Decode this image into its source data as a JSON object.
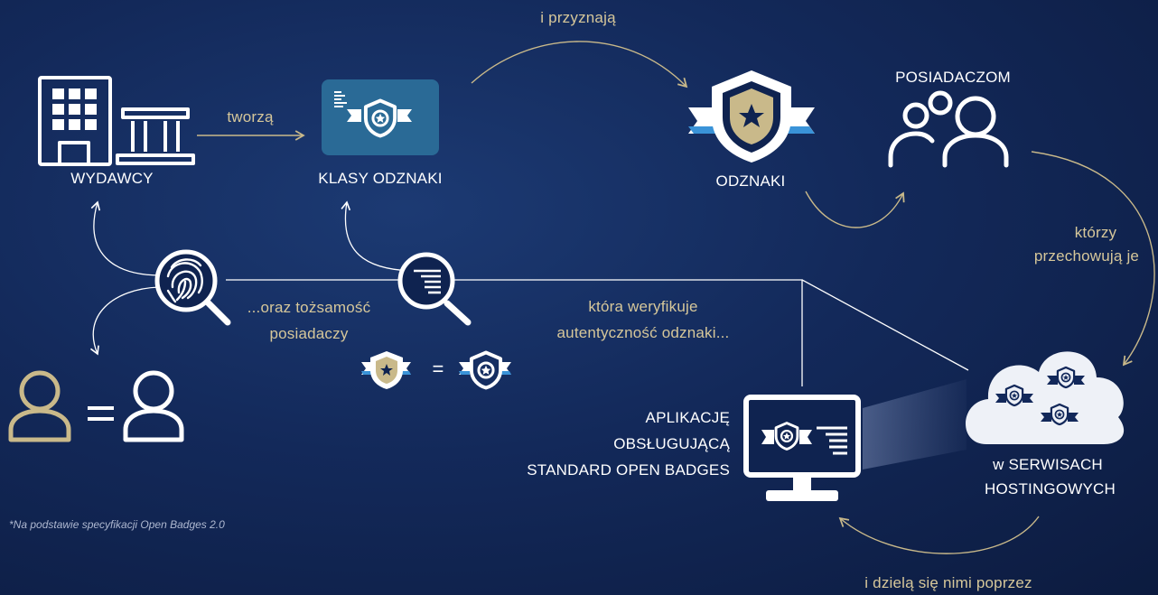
{
  "labels": {
    "issuers": "WYDAWCY",
    "create": "tworzą",
    "badge_classes": "KLASY ODZNAKI",
    "and_award": "i przyznają",
    "badges": "ODZNAKI",
    "earners": "POSIADACZOM",
    "who_store_1": "którzy",
    "who_store_2": "przechowują je",
    "hosts_1": "w SERWISACH",
    "hosts_2": "HOSTINGOWYCH",
    "share": "i dzielą się nimi poprzez",
    "app_1": "APLIKACJĘ",
    "app_2": "OBSŁUGUJĄCĄ",
    "app_3": "STANDARD OPEN BADGES",
    "verify_1": "która weryfikuje",
    "verify_2": "autentyczność odznaki...",
    "identity_1": "...oraz tożsamość",
    "identity_2": "posiadaczy",
    "equals": "=",
    "footnote": "*Na podstawie specyfikacji Open Badges 2.0"
  },
  "colors": {
    "gold": "#c9b98a",
    "white": "#ffffff",
    "blue_accent": "#3a93d8",
    "card_blue": "#2a6a96",
    "cloud": "#eef1f7"
  },
  "icons": [
    "building-icon",
    "institution-icon",
    "badge-class-card-icon",
    "badge-icon",
    "people-icon",
    "cloud-icon",
    "monitor-icon",
    "fingerprint-search-icon",
    "document-search-icon",
    "person-icon"
  ]
}
